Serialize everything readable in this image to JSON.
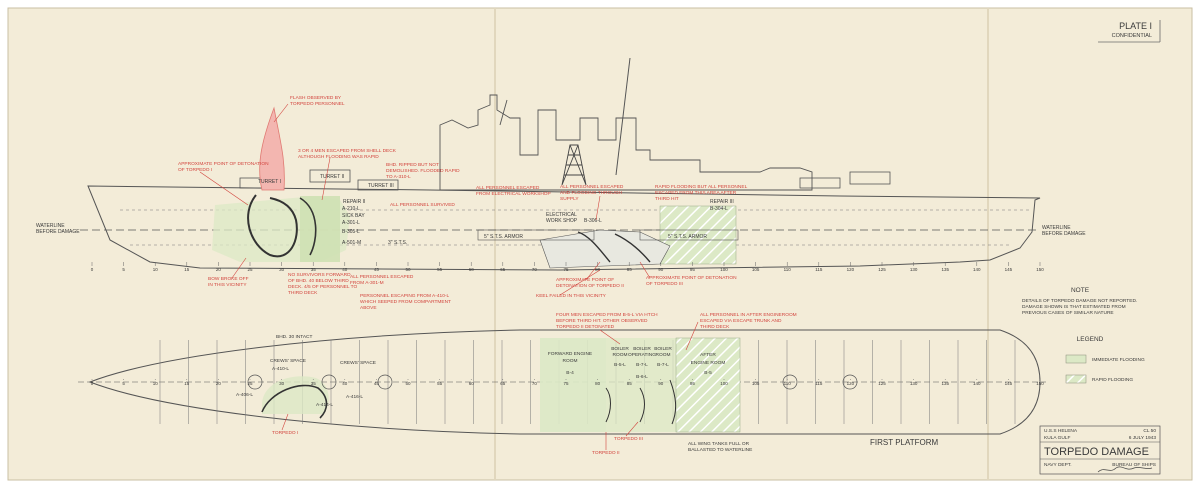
{
  "plate": {
    "title": "PLATE I",
    "classification": "CONFIDENTIAL"
  },
  "profile": {
    "waterline_left": [
      "WATERLINE",
      "BEFORE DAMAGE"
    ],
    "waterline_right": [
      "WATERLINE",
      "BEFORE DAMAGE"
    ],
    "frame_scale": [
      "0",
      "5",
      "10",
      "15",
      "20",
      "25",
      "30",
      "35",
      "40",
      "45",
      "50",
      "55",
      "60",
      "65",
      "70",
      "75",
      "80",
      "85",
      "90",
      "95",
      "100",
      "105",
      "110",
      "115",
      "120",
      "125",
      "130",
      "135",
      "140",
      "145",
      "150"
    ],
    "labels": {
      "turret_1": "TURRET I",
      "turret_2": "TURRET II",
      "turret_3": "TURRET III",
      "repair_2": "REPAIR II",
      "repair_3": "REPAIR III",
      "room_a": "A-210-L",
      "room_b": "A-301-L",
      "room_c": "B-305-L",
      "room_d": "A-501-M",
      "room_e": "B-304-L",
      "sick_bay": "SICK BAY",
      "room_f": "3\" S.T.S.",
      "armor_fwd": "5\" S.T.S. ARMOR",
      "armor_aft": "5\" S.T.S. ARMOR",
      "electrical_shop": [
        "ELECTRICAL",
        "WORK SHOP"
      ],
      "room_g": "B-306-L"
    },
    "notes": {
      "flash": [
        "FLASH OBSERVED BY",
        "TORPEDO PERSONNEL"
      ],
      "detonation_1": [
        "APPROXIMATE POINT OF DETONATION",
        "OF TORPEDO I"
      ],
      "men_escaped": [
        "3 OR 4 MEN ESCAPED FROM SHELL DECK",
        "ALTHOUGH FLOODING WAS RAPID"
      ],
      "bulkheads": [
        "BHD. RIPPED BUT NOT",
        "DEMOLISHED. FLOODED RAPID",
        "TO A-310-L"
      ],
      "all_survived": "ALL PERSONNEL SURVIVED",
      "escaped_elec": [
        "ALL PERSONNEL ESCAPED",
        "FROM ELECTRICAL WORKSHOP"
      ],
      "escaped_sick": [
        "ALL PERSONNEL ESCAPED",
        "AND FLOODING THROUGH",
        "SUPPLY"
      ],
      "rapid_flooding": [
        "RAPID FLOODING BUT ALL PERSONNEL",
        "ESCAPED FROM THIS AREA AFTER",
        "THIRD HIT"
      ],
      "bow_broke": [
        "BOW BROKE OFF",
        "IN THIS VICINITY"
      ],
      "no_survivors": [
        "NO SURVIVORS FORWARD",
        "OF BHD. 40 BELOW THIRD",
        "DECK. 4/5 OF PERSONNEL TO",
        "THIRD DECK"
      ],
      "escaped_a301": [
        "ALL PERSONNEL ESCAPED",
        "FROM A-301-M"
      ],
      "escaping_a410": [
        "PERSONNEL ESCAPING FROM A-410-L",
        "WHICH SEEPED FROM COMPARTMENT",
        "ABOVE"
      ],
      "detonation_2": [
        "APPROXIMATE POINT OF",
        "DETONATION OF TORPEDO II"
      ],
      "detonation_3": [
        "APPROXIMATE POINT OF DETONATION",
        "OF TORPEDO III"
      ],
      "keel_failed": "KEEL FAILED IN THIS VICINITY"
    }
  },
  "plan": {
    "title": "FIRST PLATFORM",
    "frame_scale": [
      "0",
      "5",
      "10",
      "15",
      "20",
      "25",
      "30",
      "35",
      "40",
      "45",
      "50",
      "55",
      "60",
      "65",
      "70",
      "75",
      "80",
      "85",
      "90",
      "95",
      "100",
      "105",
      "110",
      "115",
      "120",
      "125",
      "130",
      "135",
      "140",
      "145",
      "150"
    ],
    "labels": {
      "bhd_intact": "BHD. 30 INTACT",
      "crews_space_1": "CREWS' SPACE",
      "crews_space_2": "CREWS' SPACE",
      "room_a": "A-410-L",
      "room_b": "A-406-L",
      "room_c": "A-414-L",
      "room_d": "A-416-L",
      "fwd_engine": [
        "FORWARD ENGINE",
        "ROOM"
      ],
      "fwd_engine_no": "B-4",
      "boiler_1": [
        "BOILER",
        "ROOM"
      ],
      "boiler_1_no": "B-5-L",
      "boiler_2": [
        "BOILER",
        "OPERATING"
      ],
      "boiler_2_no": "B-7-L",
      "boiler_3": [
        "BOILER",
        "ROOM"
      ],
      "boiler_3_no": "B-7-L",
      "after_engine": [
        "AFTER",
        "ENGINE ROOM"
      ],
      "after_engine_no": "B-5",
      "room_e": "B-6-L"
    },
    "notes": {
      "four_men": [
        "FOUR MEN ESCAPED FROM B-5-L VIA HTCH",
        "BEFORE THIRD HIT. OTHER OBSERVED",
        "TORPEDO II DETONATED"
      ],
      "after_engine_note": [
        "ALL PERSONNEL IN AFTER ENGINEROOM",
        "ESCAPED VIA ESCAPE TRUNK AND",
        "THIRD DECK"
      ],
      "wing_tanks": [
        "ALL WING TANKS FULL OR",
        "BALLASTED TO WATERLINE"
      ]
    },
    "torpedo_labels": {
      "t1": "TORPEDO I",
      "t2": "TORPEDO II",
      "t3": "TORPEDO III"
    }
  },
  "note": {
    "heading": "NOTE",
    "text": [
      "DETAILS OF TORPEDO DAMAGE NOT REPORTED.",
      "DAMAGE SHOWN IS THAT ESTIMATED FROM",
      "PREVIOUS CASES OF SIMILAR NATURE"
    ]
  },
  "legend": {
    "title": "LEGEND",
    "items": [
      {
        "label": "IMMEDIATE FLOODING",
        "pattern": "solid",
        "color": "#dce9c6"
      },
      {
        "label": "RAPID FLOODING",
        "pattern": "hatch",
        "color": "#dce9c6"
      }
    ]
  },
  "title_block": {
    "ship": "U.S.S HELENA",
    "hull": "CL 50",
    "place": "KULA GULF",
    "date": "6 JULY 1943",
    "title": "TORPEDO DAMAGE",
    "dept": "NAVY DEPT.",
    "bureau": "BUREAU OF SHIPS"
  },
  "colors": {
    "paper": "#f3ecd8",
    "ink": "#3a3a3a",
    "annotation": "#d2443d",
    "flood": "#dce9c6"
  }
}
